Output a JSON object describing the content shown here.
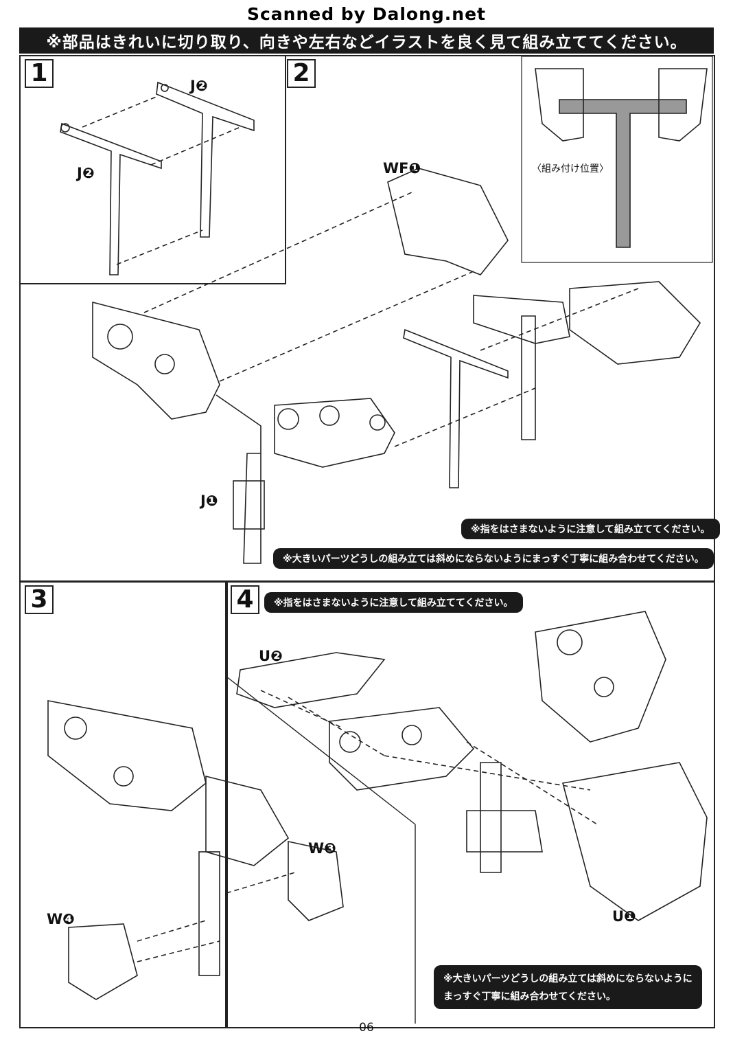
{
  "scan_credit": "Scanned by Dalong.net",
  "banner": "※部品はきれいに切り取り、向きや左右などイラストを良く見て組み立ててください。",
  "steps": [
    {
      "number": "1",
      "labels": [
        "J❷",
        "J❷"
      ]
    },
    {
      "number": "2",
      "labels": [
        "WF❶",
        "J❶"
      ],
      "inset_caption": "〈組み付け位置〉",
      "notes": [
        "※指をはさまないように注意して組み立ててください。",
        "※大きいパーツどうしの組み立ては斜めにならないようにまっすぐ丁寧に組み合わせてください。"
      ]
    },
    {
      "number": "3",
      "labels": [
        "W❸",
        "W❹"
      ]
    },
    {
      "number": "4",
      "labels": [
        "U❷",
        "U❶"
      ],
      "notes": [
        "※指をはさまないように注意して組み立ててください。",
        "※大きいパーツどうしの組み立ては斜めにならないように",
        "まっすぐ丁寧に組み合わせてください。"
      ]
    }
  ],
  "page_number": "06"
}
